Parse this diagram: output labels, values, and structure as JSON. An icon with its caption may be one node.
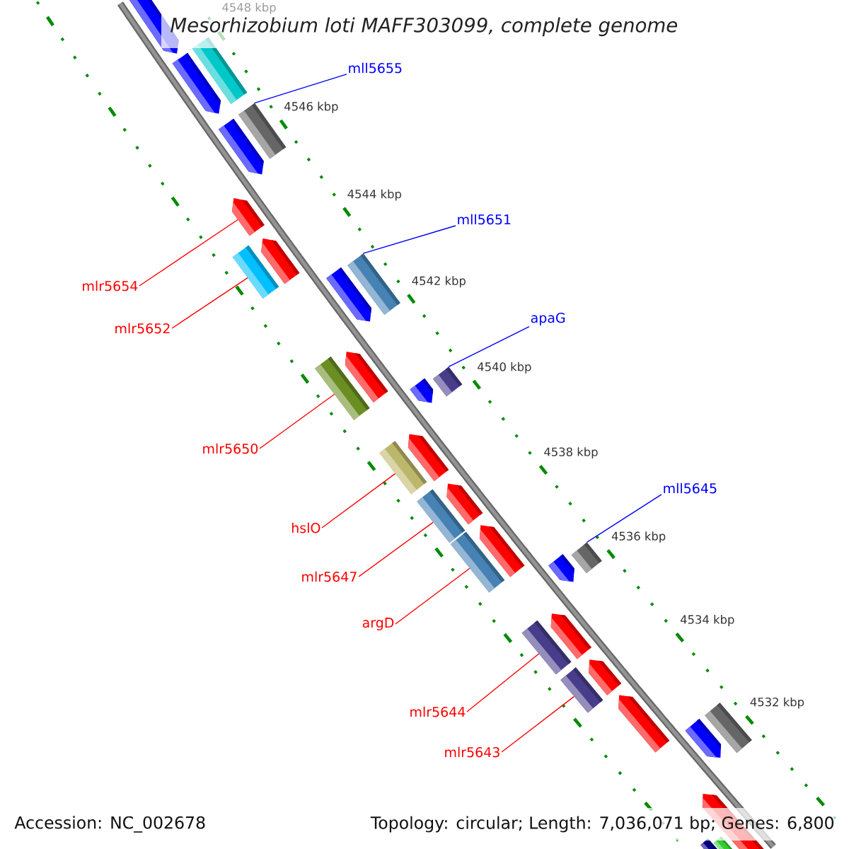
{
  "diagram": {
    "title": "Mesorhizobium loti MAFF303099, complete genome",
    "nodes": [
      {
        "text": [
          "mll5655"
        ]
      },
      {
        "text": [
          "mll5651"
        ]
      },
      {
        "text": [
          "mlr5654"
        ]
      },
      {
        "text": [
          "apaG"
        ]
      },
      {
        "text": [
          "mlr5652"
        ]
      },
      {
        "text": [
          "mlr5650"
        ]
      },
      {
        "text": [
          "mll5645"
        ]
      },
      {
        "text": [
          "hslO"
        ]
      },
      {
        "text": [
          "mlr5647"
        ]
      },
      {
        "text": [
          "argD"
        ]
      },
      {
        "text": [
          "mlr5644"
        ]
      },
      {
        "text": [
          "mlr5643"
        ]
      },
      {
        "text": [],
        "shape": "pentagon"
      },
      {
        "text": [],
        "shape": "box"
      },
      {
        "text": [],
        "shape": "pentagon"
      },
      {
        "text": [],
        "shape": "box"
      },
      {
        "text": [],
        "shape": "pentagon"
      },
      {
        "text": [],
        "shape": "pentagon"
      },
      {
        "text": [],
        "shape": "pentagon"
      },
      {
        "text": [],
        "shape": "box"
      },
      {
        "text": [],
        "shape": "box"
      },
      {
        "text": [],
        "shape": "pentagon"
      },
      {
        "text": [],
        "shape": "pentagon"
      },
      {
        "text": [],
        "shape": "box"
      },
      {
        "text": [],
        "shape": "box"
      },
      {
        "text": [],
        "shape": "pentagon"
      },
      {
        "text": [],
        "shape": "pentagon"
      },
      {
        "text": [],
        "shape": "box"
      },
      {
        "text": [],
        "shape": "pentagon"
      },
      {
        "text": [],
        "shape": "box"
      },
      {
        "text": [],
        "shape": "pentagon"
      },
      {
        "text": [],
        "shape": "box"
      },
      {
        "text": [],
        "shape": "box"
      },
      {
        "text": [],
        "shape": "pentagon"
      },
      {
        "text": [],
        "shape": "pentagon"
      },
      {
        "text": [],
        "shape": "box"
      },
      {
        "text": [],
        "shape": "pentagon"
      },
      {
        "text": [],
        "shape": "box"
      },
      {
        "text": [],
        "shape": "pentagon"
      },
      {
        "text": [],
        "shape": "box"
      },
      {
        "text": [],
        "shape": "pentagon"
      },
      {
        "text": [],
        "shape": "pentagon"
      },
      {
        "text": [],
        "shape": "box"
      },
      {
        "text": [],
        "shape": "box"
      }
    ],
    "edges": [
      {
        "from": 0,
        "to": 15,
        "arrow": "none",
        "color": "#0000ff"
      },
      {
        "from": 1,
        "to": 20,
        "arrow": "none",
        "color": "#0000ff"
      },
      {
        "from": 2,
        "to": 17,
        "arrow": "none"
      },
      {
        "from": 3,
        "to": 23,
        "arrow": "none",
        "color": "#0000ff"
      },
      {
        "from": 4,
        "to": 19,
        "arrow": "none"
      },
      {
        "from": 5,
        "to": 24,
        "arrow": "none"
      },
      {
        "from": 6,
        "to": 31,
        "arrow": "none",
        "color": "#0000ff"
      },
      {
        "from": 7,
        "to": 27,
        "arrow": "none"
      },
      {
        "from": 8,
        "to": 29,
        "arrow": "none"
      },
      {
        "from": 9,
        "to": 32,
        "arrow": "none"
      },
      {
        "from": 10,
        "to": 35,
        "arrow": "none"
      },
      {
        "from": 11,
        "to": 37,
        "arrow": "none"
      }
    ],
    "labels": [
      "4548 kbp",
      "4546 kbp",
      "4544 kbp",
      "4542 kbp",
      "4540 kbp",
      "4538 kbp",
      "4536 kbp",
      "4534 kbp",
      "4532 kbp",
      "Accession: NC_002678",
      "Topology: circular; Length: 7,036,071 bp; Genes: 6,800"
    ]
  }
}
